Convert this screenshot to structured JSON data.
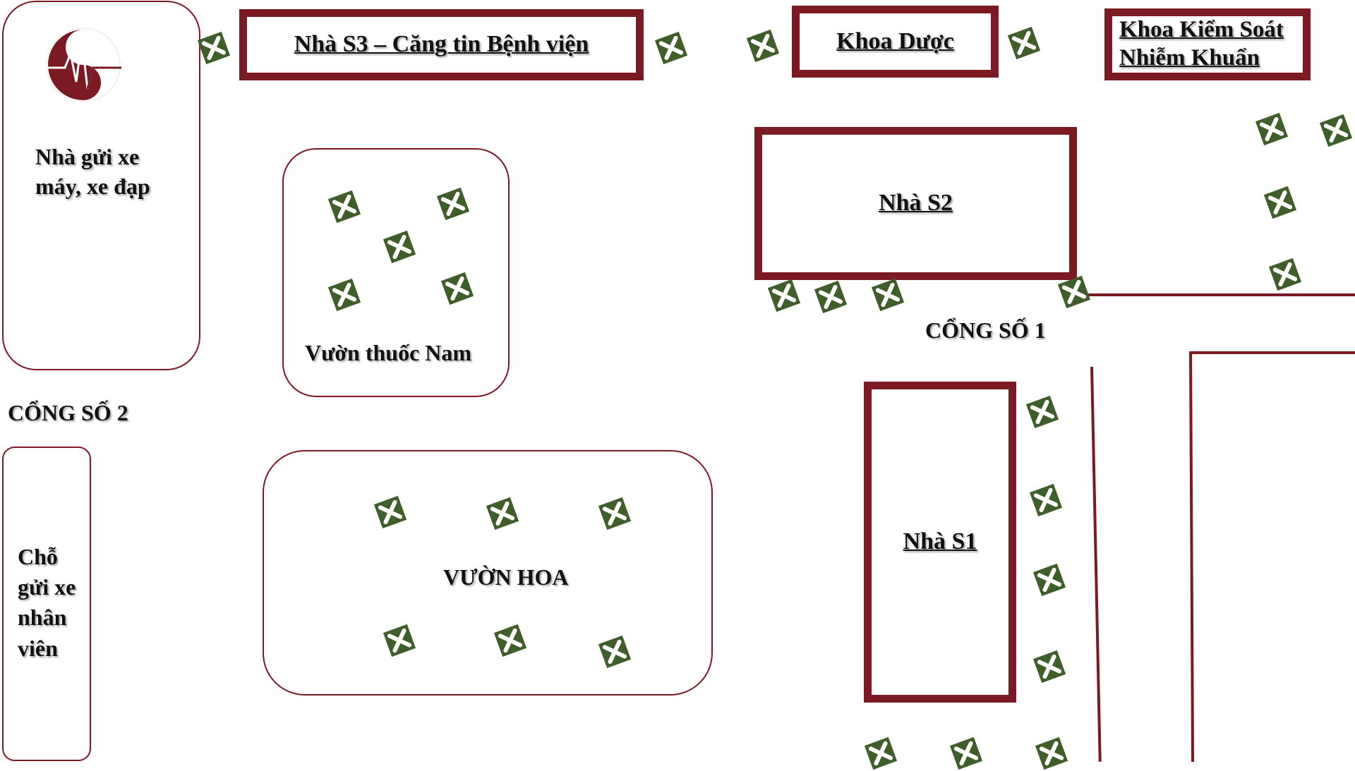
{
  "title": "Sơ đồ khuôn viên bệnh viện",
  "colors": {
    "building_border": "#7b1a22",
    "tree_fill": "#3f5f2a",
    "logo_red": "#7b1a22"
  },
  "buildings": {
    "s3": "Nhà S3 – Căng tin Bệnh viện",
    "khoa_duoc": "Khoa Dược",
    "kiem_soat_line1": "Khoa Kiểm Soát",
    "kiem_soat_line2": "Nhiễm Khuẩn",
    "s2": "Nhà S2",
    "s1": "Nhà S1"
  },
  "areas": {
    "parking_bike_line1": "Nhà gửi xe",
    "parking_bike_line2": "máy, xe đạp",
    "herb_garden": "Vườn thuốc Nam",
    "flower_garden": "VƯỜN HOA",
    "staff_parking_line1": "Chỗ",
    "staff_parking_line2": "gửi xe",
    "staff_parking_line3": "nhân",
    "staff_parking_line4": "viên"
  },
  "gates": {
    "gate1": "CỔNG SỐ 1",
    "gate2": "CỔNG SỐ 2"
  },
  "icons": {
    "tree": "tree-icon",
    "logo": "hospital-logo-icon"
  }
}
